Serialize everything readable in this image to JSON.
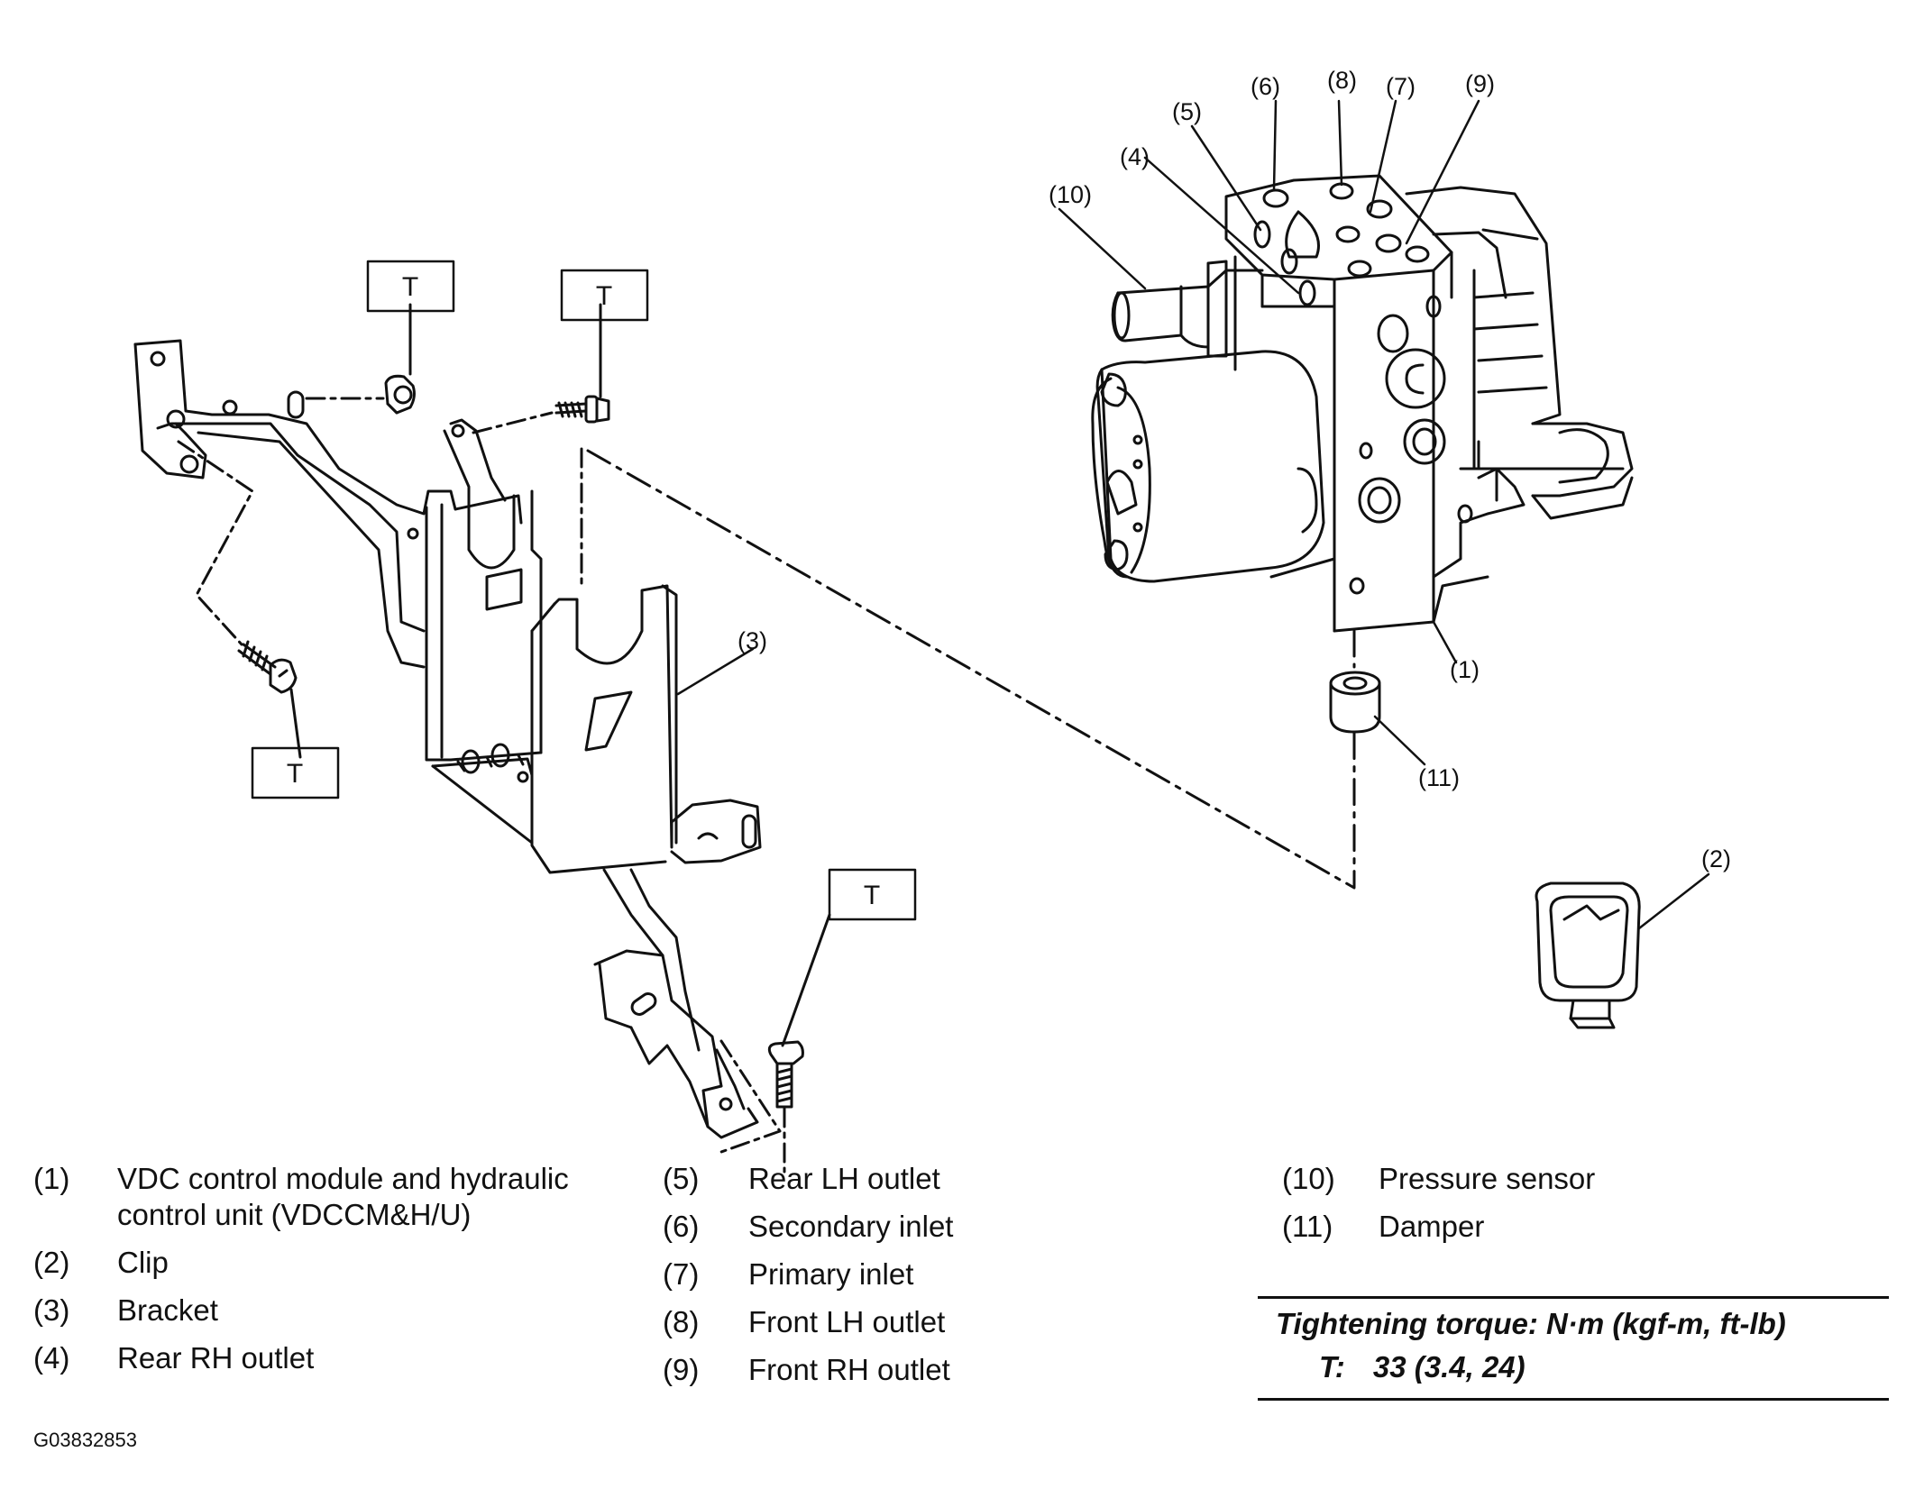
{
  "t_box_label": "T",
  "callouts": [
    "(1)",
    "(2)",
    "(3)",
    "(4)",
    "(5)",
    "(6)",
    "(7)",
    "(8)",
    "(9)",
    "(10)",
    "(11)"
  ],
  "legend": {
    "col1": [
      {
        "num": "(1)",
        "text": "VDC control module and hydraulic control unit (VDCCM&H/U)"
      },
      {
        "num": "(2)",
        "text": "Clip"
      },
      {
        "num": "(3)",
        "text": "Bracket"
      },
      {
        "num": "(4)",
        "text": "Rear RH outlet"
      }
    ],
    "col2": [
      {
        "num": "(5)",
        "text": "Rear LH outlet"
      },
      {
        "num": "(6)",
        "text": "Secondary inlet"
      },
      {
        "num": "(7)",
        "text": "Primary inlet"
      },
      {
        "num": "(8)",
        "text": "Front LH outlet"
      },
      {
        "num": "(9)",
        "text": "Front RH outlet"
      }
    ],
    "col3": [
      {
        "num": "(10)",
        "text": "Pressure sensor"
      },
      {
        "num": "(11)",
        "text": "Damper"
      }
    ]
  },
  "torque": {
    "heading": "Tightening torque: N·m (kgf-m, ft-lb)",
    "value_label": "T:",
    "value": "33 (3.4, 24)"
  },
  "figure_id": "G03832853"
}
